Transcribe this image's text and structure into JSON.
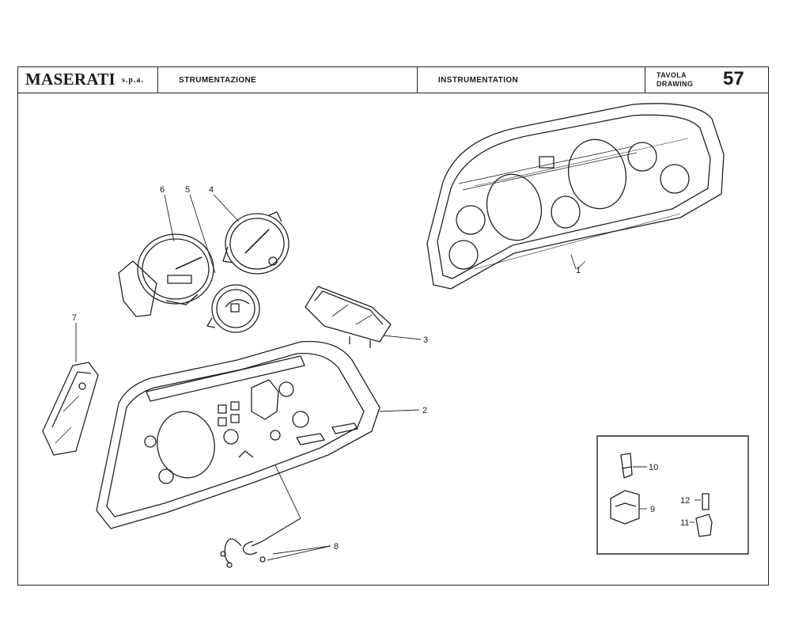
{
  "header": {
    "brand": "MASERATI",
    "brand_suffix": "s.p.a.",
    "title_it": "STRUMENTAZIONE",
    "title_en": "INSTRUMENTATION",
    "tavola": "TAVOLA",
    "drawing": "DRAWING",
    "number": "57"
  },
  "callouts": [
    "1",
    "2",
    "3",
    "4",
    "5",
    "6",
    "7",
    "8",
    "9",
    "10",
    "11",
    "12"
  ]
}
